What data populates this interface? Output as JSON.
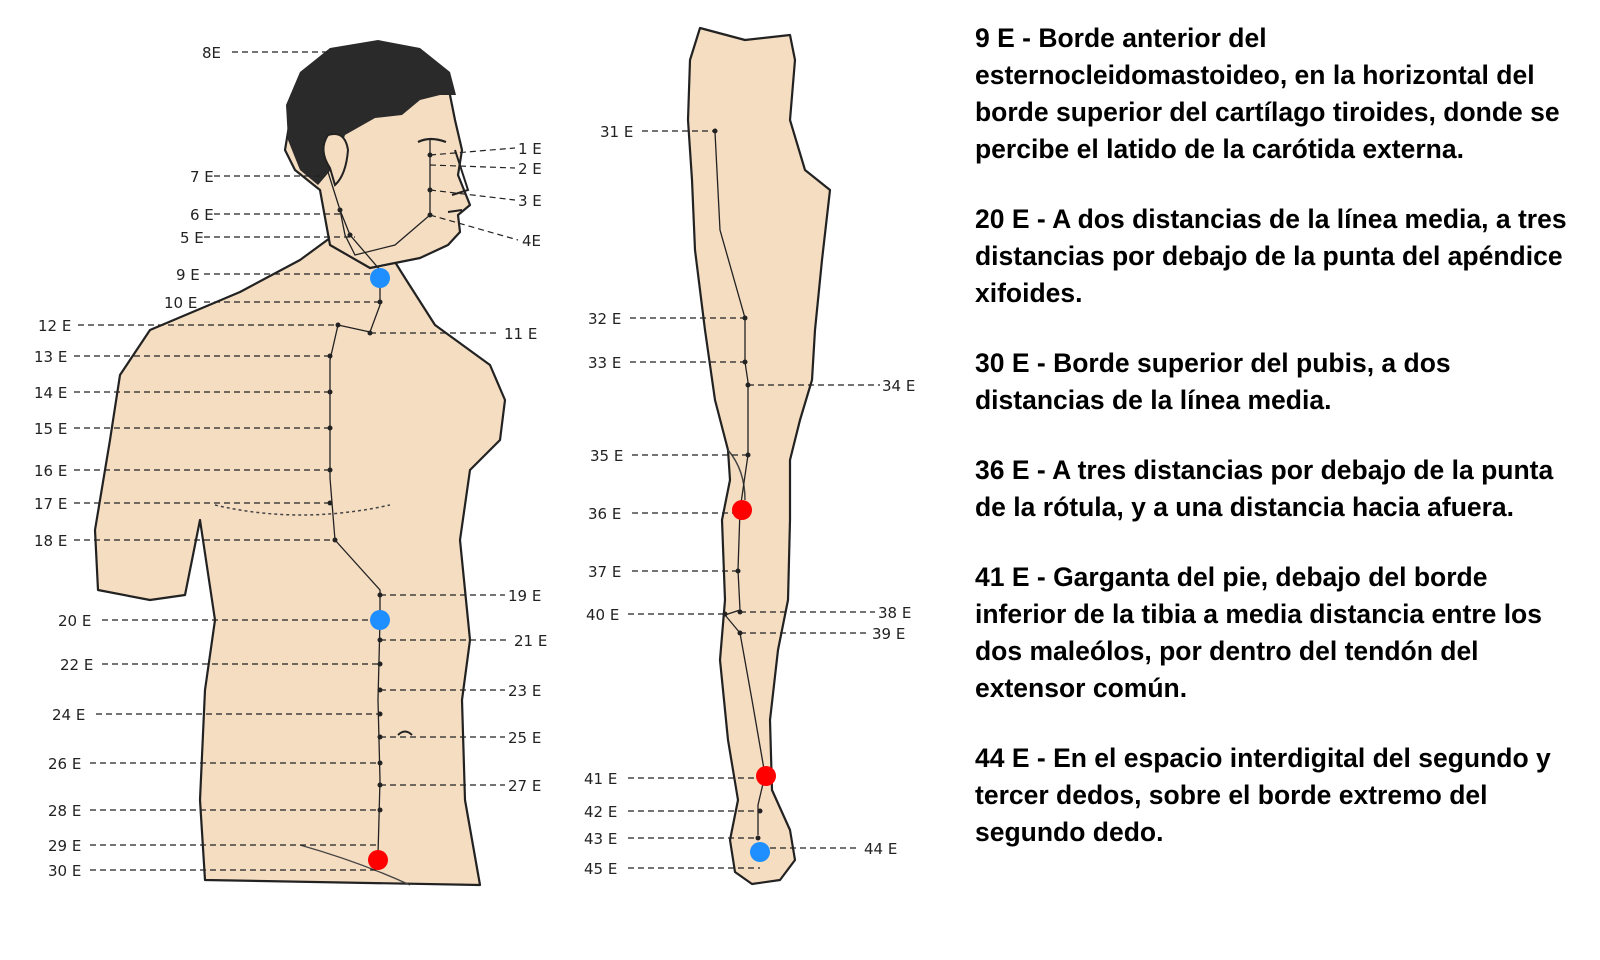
{
  "diagram": {
    "torso_labels_left": [
      "8E",
      "7 E",
      "6 E",
      "5 E",
      "9 E",
      "10 E",
      "12 E",
      "13 E",
      "14 E",
      "15 E",
      "16 E",
      "17 E",
      "18 E",
      "20 E",
      "22 E",
      "24 E",
      "26 E",
      "28 E",
      "29 E",
      "30 E"
    ],
    "torso_labels_right": [
      "1 E",
      "2 E",
      "3 E",
      "4E",
      "11 E",
      "19 E",
      "21 E",
      "23 E",
      "25 E",
      "27 E"
    ],
    "leg_labels_left": [
      "31 E",
      "32 E",
      "33 E",
      "35 E",
      "36 E",
      "37 E",
      "40 E",
      "41 E",
      "42 E",
      "43 E",
      "45 E"
    ],
    "leg_labels_right": [
      "34 E",
      "38 E",
      "39 E",
      "44 E"
    ],
    "highlighted_points": [
      {
        "point": "9 E",
        "color": "#1f8fff"
      },
      {
        "point": "20 E",
        "color": "#1f8fff"
      },
      {
        "point": "30 E",
        "color": "#ff0000"
      },
      {
        "point": "36 E",
        "color": "#ff0000"
      },
      {
        "point": "41 E",
        "color": "#ff0000"
      },
      {
        "point": "44 E",
        "color": "#1f8fff"
      }
    ]
  },
  "descriptions": [
    {
      "code": "9 E",
      "text": " - Borde anterior del esternocleidomastoideo, en la horizontal del borde superior del cartílago tiroides, donde se percibe el latido de la carótida externa."
    },
    {
      "code": "20 E",
      "text": " - A dos distancias de la línea media, a tres distancias por debajo de la punta del apéndice xifoides."
    },
    {
      "code": "30 E",
      "text": " - Borde superior del pubis, a dos distancias de la línea media."
    },
    {
      "code": "36 E",
      "text": " - A tres distancias por debajo de la punta de la rótula, y a una distancia hacia afuera."
    },
    {
      "code": "41 E",
      "text": " - Garganta del pie, debajo del borde inferior de la tibia a media distancia entre los dos maleólos, por dentro del tendón del extensor común."
    },
    {
      "code": "44 E",
      "text": " - En el espacio interdigital del segundo y tercer dedos, sobre el borde extremo del segundo dedo."
    }
  ]
}
